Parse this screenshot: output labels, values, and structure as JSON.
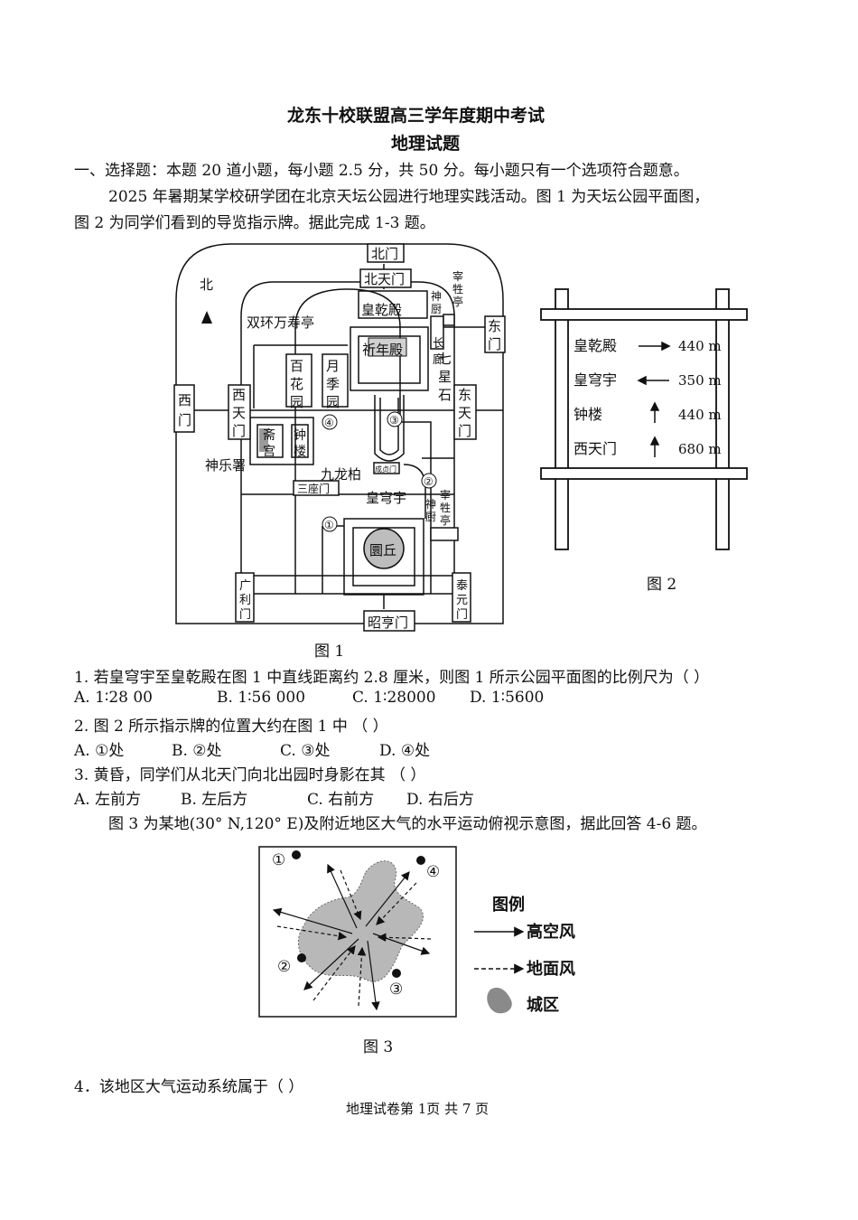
{
  "header": {
    "title": "龙东十校联盟高三学年度期中考试",
    "subtitle": "地理试题"
  },
  "intro": {
    "section": "一、选择题：本题 20 道小题，每小题 2.5 分，共 50 分。每小题只有一个选项符合题意。",
    "context_line1": "2025 年暑期某学校研学团在北京天坛公园进行地理实践活动。图 1 为天坛公园平面图，",
    "context_line2": "图 2 为同学们看到的导览指示牌。据此完成 1-3 题。"
  },
  "fig1": {
    "caption": "图 1",
    "north": "北",
    "labels": {
      "beimen": "北门",
      "beitianmen": "北天门",
      "zaishengting": "宰牲亭",
      "shenchu": "神厨",
      "dongmen": "东门",
      "huangqiandian": "皇乾殿",
      "qiniandian": "祈年殿",
      "changlang": "长廊",
      "qixingshi": "七星石",
      "shuanghuan": "双环万寿亭",
      "baihuayuan": "百花园",
      "yuejiyuan": "月季园",
      "ximen": "西门",
      "xitianmen": "西天门",
      "donghtianmen": "东天门",
      "zhaigong": "斋宫",
      "zhonglou": "钟楼",
      "shenlesh": "神乐署",
      "jiulongbai": "九龙柏",
      "chengzhenmen": "成贞门",
      "sanzuomen": "三座门",
      "huangqiongyu": "皇穹宇",
      "shenchu2": "神厨",
      "zaishengting2": "宰牲亭",
      "yuanqiu": "圜丘",
      "guanglimen": "广利门",
      "taiyuanmen": "泰元门",
      "zhaohengmen": "昭亨门",
      "p1": "①",
      "p2": "②",
      "p3": "③",
      "p4": "④"
    }
  },
  "fig2": {
    "caption": "图 2",
    "rows": [
      {
        "name": "皇乾殿",
        "direction": "right",
        "distance": "440 m"
      },
      {
        "name": "皇穹宇",
        "direction": "left",
        "distance": "350 m"
      },
      {
        "name": "钟楼",
        "direction": "up",
        "distance": "440 m"
      },
      {
        "name": "西天门",
        "direction": "up",
        "distance": "680 m"
      }
    ]
  },
  "questions": {
    "q1": "1. 若皇穹宇至皇乾殿在图 1 中直线距离约 2.8 厘米，则图 1 所示公园平面图的比例尺为（  ）",
    "q1_options": [
      "A. 1∶28 00",
      "B. 1∶56 000",
      "C. 1∶28000",
      "D. 1∶5600"
    ],
    "q2": "2. 图 2 所示指示牌的位置大约在图 1 中  （    ）",
    "q2_options": [
      "A. ①处",
      "B. ②处",
      "C. ③处",
      "D. ④处"
    ],
    "q3": "3. 黄昏，同学们从北天门向北出园时身影在其     （    ）",
    "q3_options": [
      "A. 左前方",
      "B. 左后方",
      "C. 右前方",
      "D. 右后方"
    ],
    "context2": "图 3 为某地(30° N,120° E)及附近地区大气的水平运动俯视示意图，据此回答 4-6 题。",
    "q4": "4．该地区大气运动系统属于（    ）"
  },
  "fig3": {
    "caption": "图 3",
    "legend_title": "图例",
    "legend_items": [
      "高空风",
      "地面风",
      "城区"
    ],
    "points": [
      "①",
      "②",
      "③",
      "④"
    ]
  },
  "footer": {
    "text": "地理试卷第 1页   共 7 页"
  }
}
